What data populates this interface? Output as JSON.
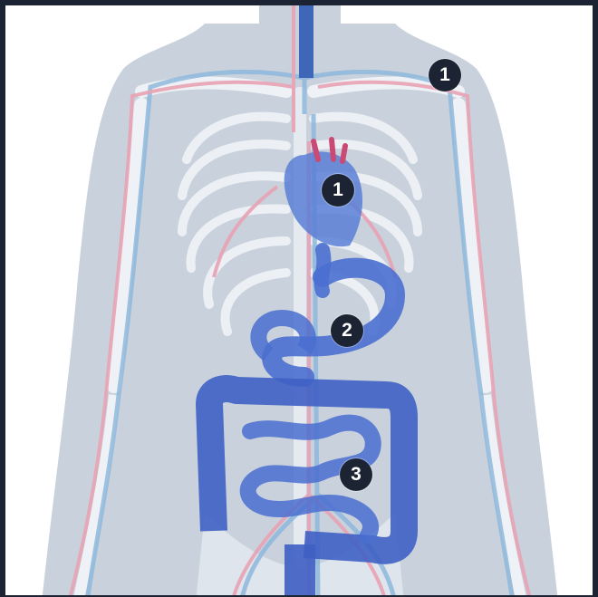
{
  "markers": [
    {
      "label": "1"
    },
    {
      "label": "1"
    },
    {
      "label": "2"
    },
    {
      "label": "3"
    }
  ],
  "colors": {
    "background": "#ffffff",
    "frame": "#1c2434",
    "body_silhouette": "#c9d2dc",
    "bone": "#eef2f6",
    "artery": "#e8a3b4",
    "vein": "#8fb8dc",
    "digestive_tract": "#4a6fd0",
    "marker": "#1c2434"
  }
}
